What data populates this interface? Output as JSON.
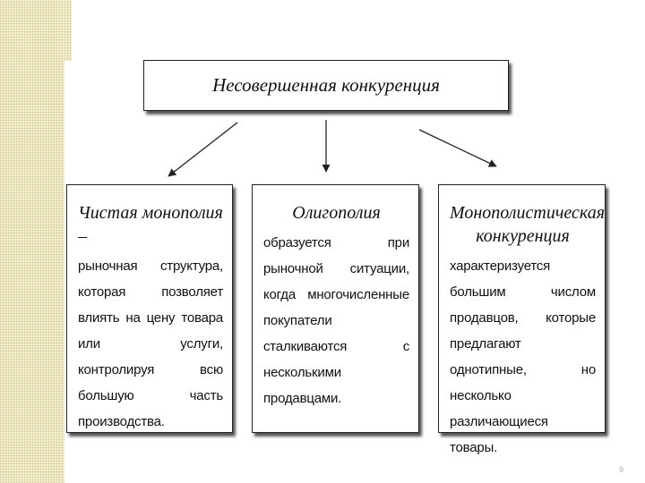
{
  "diagram": {
    "title": "Несовершенная конкуренция",
    "boxes": [
      {
        "heading": "Чистая монополия –",
        "text": "рыночная структура, которая позволяет влиять на цену товара или услуги, контролируя всю большую часть производства."
      },
      {
        "heading": "Олигополия",
        "text": "образуется при рыночной ситуации, когда многочисленные покупатели сталкиваются с несколькими продавцами."
      },
      {
        "heading": "Монополистическая конкуренция",
        "text": "характеризуется большим числом продавцов, которые предлагают однотипные, но несколько различающиеся товары."
      }
    ]
  },
  "page_number": "9"
}
